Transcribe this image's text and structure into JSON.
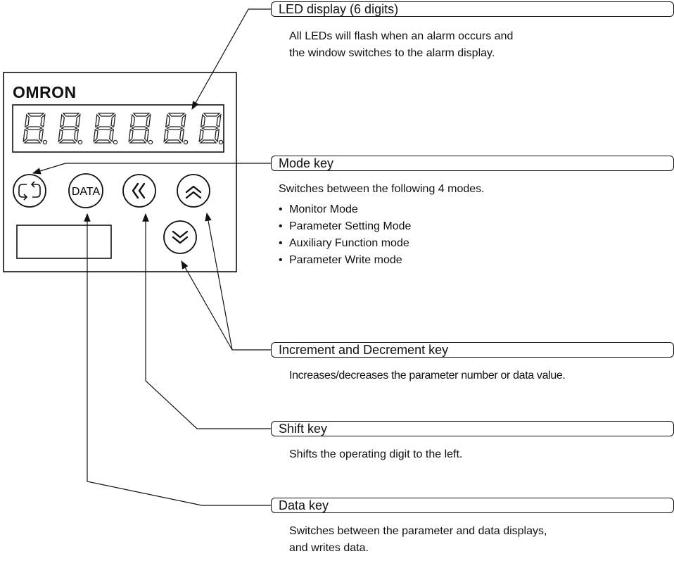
{
  "panel": {
    "brand": "OMRON",
    "keys": {
      "mode": {
        "icon": "mode-arrows-icon"
      },
      "data": {
        "label": "DATA"
      },
      "shift": {
        "icon": "double-chevron-left-icon"
      },
      "increment": {
        "icon": "double-chevron-up-icon"
      },
      "decrement": {
        "icon": "double-chevron-down-icon"
      }
    },
    "led_digit_count": 6
  },
  "callouts": {
    "led": {
      "title": "LED display (6 digits)",
      "lines": [
        "All LEDs will flash when an alarm occurs and",
        "the window switches to the alarm display."
      ]
    },
    "mode": {
      "title": "Mode key",
      "lines": [
        "Switches between the following 4 modes."
      ],
      "bullets": [
        "Monitor Mode",
        "Parameter Setting Mode",
        "Auxiliary Function mode",
        "Parameter Write mode"
      ]
    },
    "incdec": {
      "title": "Increment and Decrement key",
      "lines": [
        "Increases/decreases the parameter number or data value."
      ]
    },
    "shift": {
      "title": "Shift key",
      "lines": [
        "Shifts the operating digit to the left."
      ]
    },
    "data": {
      "title": "Data key",
      "lines": [
        "Switches between the parameter and data displays,",
        "and writes data."
      ]
    }
  }
}
